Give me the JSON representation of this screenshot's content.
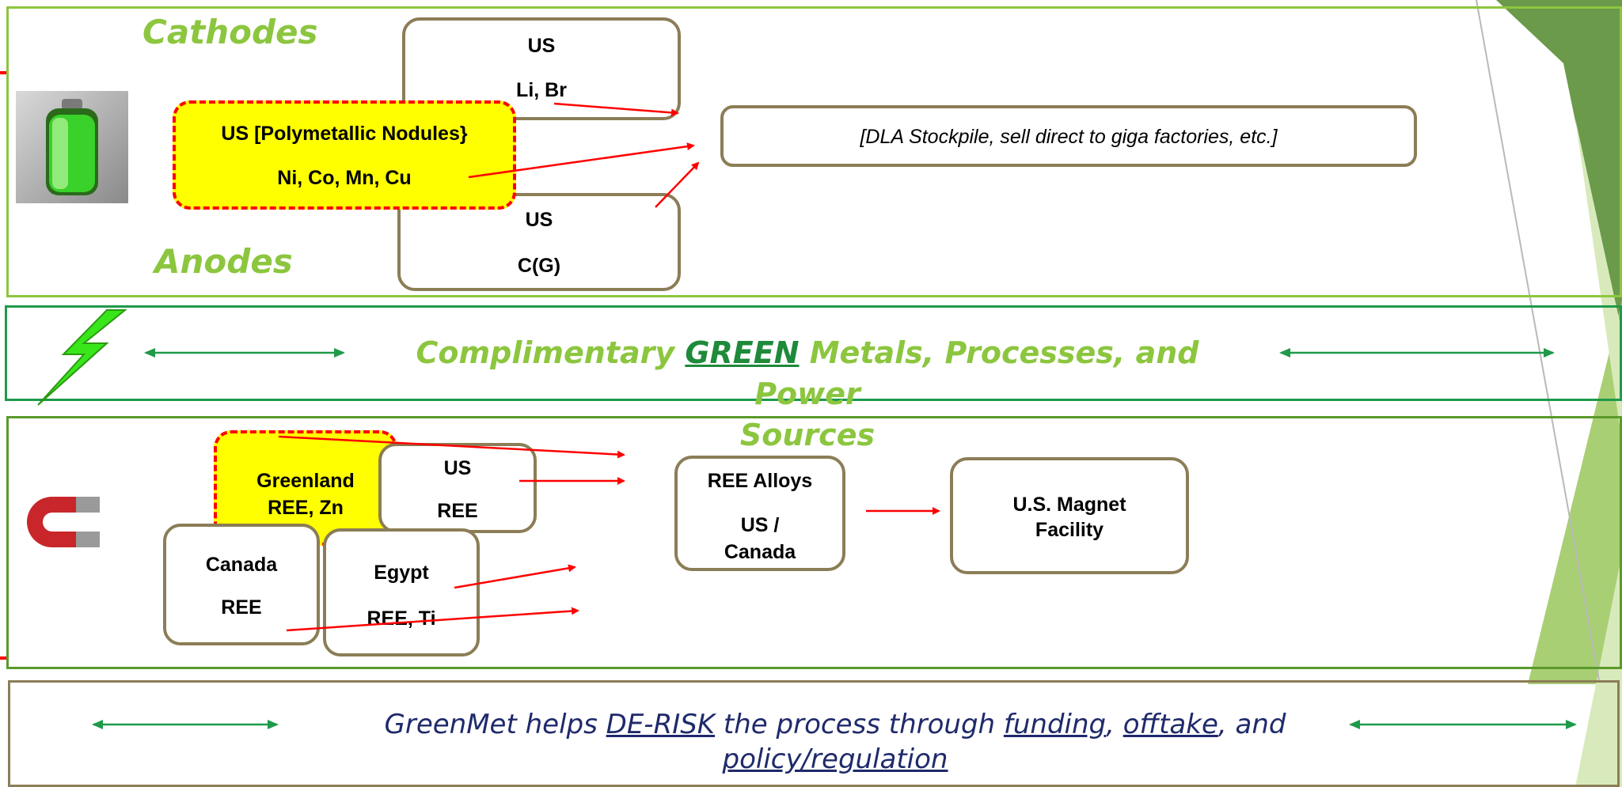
{
  "colors": {
    "panel_border_light": "#8cc63f",
    "panel_border_dark": "#1e9a4a",
    "footer_border": "#8b7d56",
    "arrow_red": "#ff0000",
    "arrow_green": "#1e9a4a",
    "accent_green": "#8cc63f",
    "node_yellow": "#ffff00"
  },
  "battery_section": {
    "cathodes_heading": "Cathodes",
    "anodes_heading": "Anodes",
    "icon": "battery-icon",
    "us_li_br": {
      "country": "US",
      "metals": "Li, Br"
    },
    "us_nodules": {
      "country": "US  [Polymetallic Nodules}",
      "metals": "Ni, Co, Mn, Cu"
    },
    "us_graphite": {
      "country": "US",
      "metals": "C(G)"
    },
    "destination": "[DLA Stockpile, sell direct to giga factories, etc.]"
  },
  "green_banner": {
    "icon": "lightning-bolt-icon",
    "text_before": "Complimentary ",
    "text_emphasis": "GREEN",
    "text_after_line1": " Metals, Processes, and Power",
    "text_line2": "Sources"
  },
  "magnet_section": {
    "icon": "horseshoe-magnet-icon",
    "greenland": {
      "country": "Greenland",
      "metals": "REE, Zn"
    },
    "us_ree": {
      "country": "US",
      "metals": "REE"
    },
    "canada": {
      "country": "Canada",
      "metals": "REE"
    },
    "egypt": {
      "country": "Egypt",
      "metals": "REE, Ti"
    },
    "alloys": {
      "title": "REE Alloys",
      "location_line1": "US /",
      "location_line2": "Canada"
    },
    "magnet_facility": {
      "line1": "U.S. Magnet",
      "line2": "Facility"
    }
  },
  "footer": {
    "text_part1": "GreenMet helps ",
    "link_derisk": "DE-RISK",
    "text_part2": " the process through ",
    "link_funding": "funding",
    "text_sep": ", ",
    "link_offtake": "offtake",
    "text_part3": ", and",
    "link_policy": "policy/regulation"
  }
}
